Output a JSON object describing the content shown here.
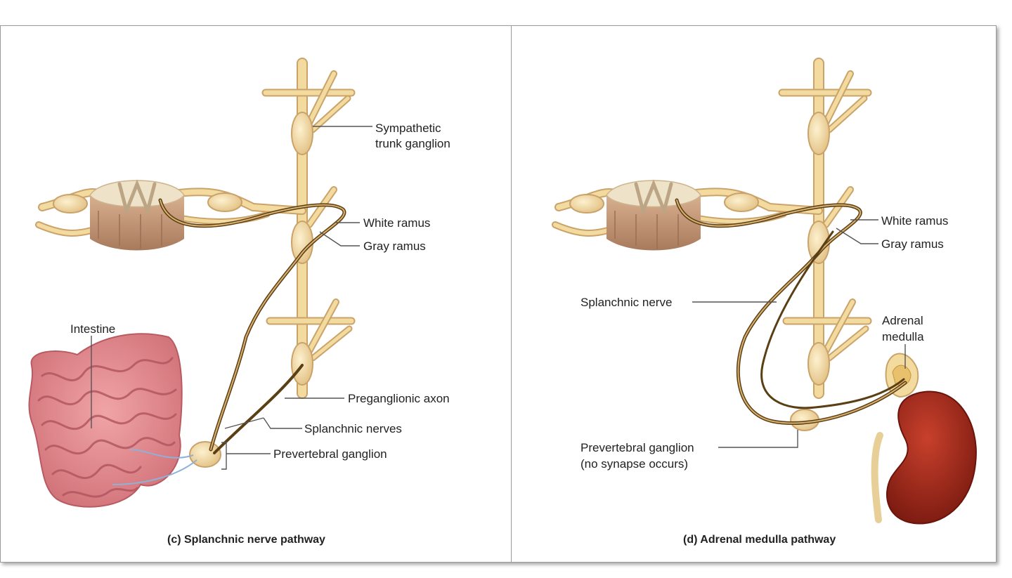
{
  "panel_c": {
    "caption": "(c) Splanchnic nerve pathway",
    "labels": {
      "sympathetic_1": "Sympathetic",
      "sympathetic_2": "trunk ganglion",
      "white_ramus": "White ramus",
      "gray_ramus": "Gray ramus",
      "intestine": "Intestine",
      "preganglionic_axon": "Preganglionic axon",
      "splanchnic_nerves": "Splanchnic nerves",
      "prevertebral_ganglion": "Prevertebral ganglion"
    }
  },
  "panel_d": {
    "caption": "(d) Adrenal medulla pathway",
    "labels": {
      "white_ramus": "White ramus",
      "gray_ramus": "Gray ramus",
      "splanchnic_nerve": "Splanchnic nerve",
      "adrenal_1": "Adrenal",
      "adrenal_2": "medulla",
      "prevertebral_1": "Prevertebral ganglion",
      "prevertebral_2": "(no synapse occurs)"
    }
  },
  "colors": {
    "nerve_fill": "#f3dba0",
    "nerve_edge": "#caa36a",
    "axon": "#8a6226",
    "spinal_cord_body": "#c99c7c",
    "spinal_cord_top": "#eee2c8",
    "intestine": "#e08a8f",
    "kidney": "#a8281a",
    "postganglionic": "#8fb0d8"
  }
}
